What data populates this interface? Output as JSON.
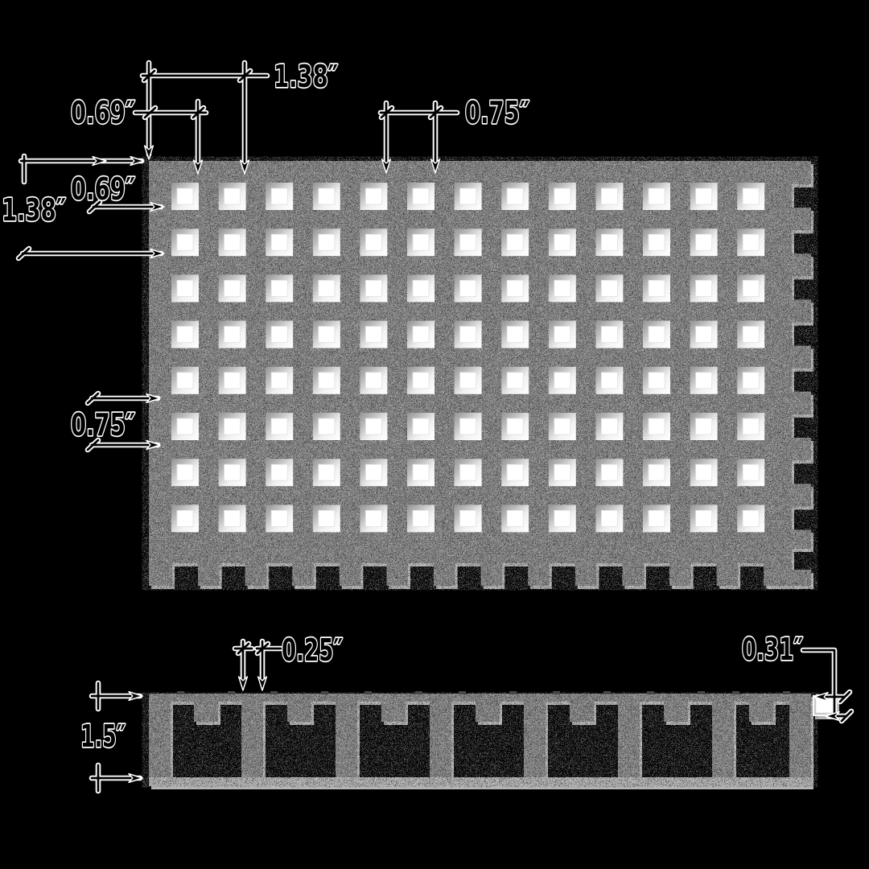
{
  "drawing": {
    "background_color": "#000000",
    "line_color": "#000000",
    "line_halo_color": "#ffffff",
    "label_fill": "#000000",
    "label_outline": "#ffffff"
  },
  "top_view": {
    "panel": {
      "surface_color": "#828282",
      "speckle_dark": "#1f1f1f",
      "speckle_light": "#dcdcdc",
      "shadow_color": "#b5b5b5",
      "hole_color": "#ffffff",
      "hole_columns": 13,
      "hole_rows": 8,
      "right_edge_notches": 9,
      "bottom_edge_notches": 13
    },
    "dims": {
      "edge_to_hole1": "0.69″",
      "edge_to_hole2": "1.38″",
      "hole_pitch": "0.75″",
      "top_to_row1": "0.69″",
      "top_to_row2": "1.38″",
      "row_pitch": "0.75″"
    }
  },
  "section_view": {
    "ribs": 8,
    "cells": 7,
    "strip_color": "#b0b0b0",
    "white_notch_color": "#ffffff",
    "dims": {
      "rib_width": "0.25″",
      "recess_depth": "0.31″",
      "panel_depth": "1.5″"
    }
  }
}
